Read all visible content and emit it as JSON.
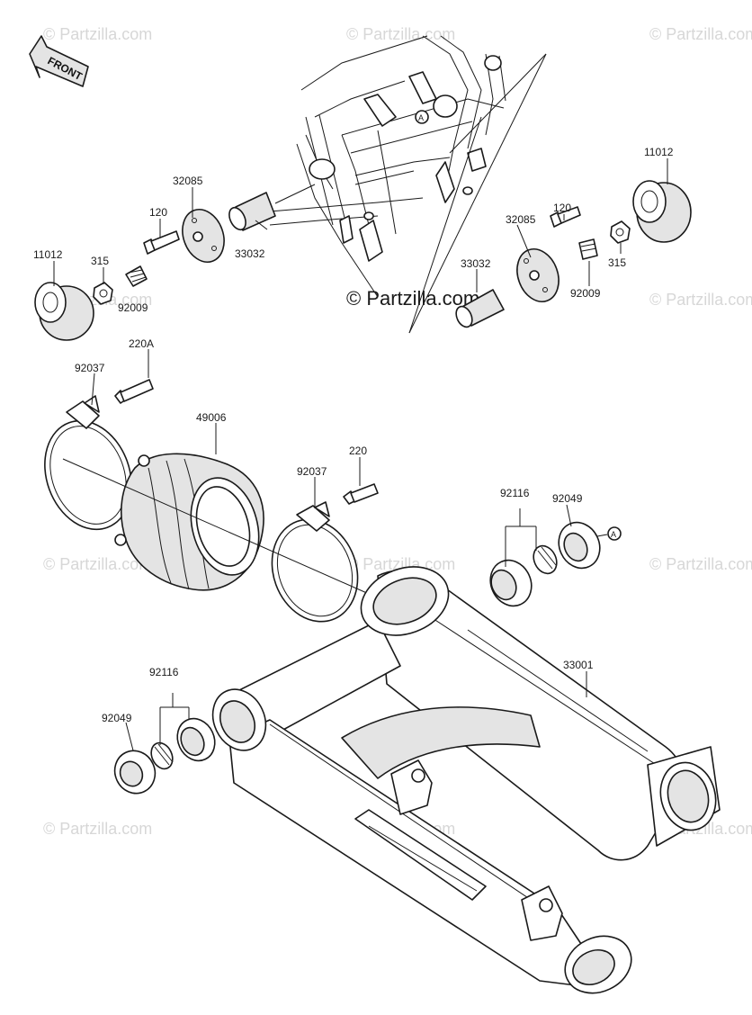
{
  "front_arrow": {
    "label": "FRONT"
  },
  "watermarks": {
    "corner": "© Partzilla.com",
    "center": "© Partzilla.com"
  },
  "marker": {
    "letter": "A"
  },
  "parts": {
    "p11012_right": "11012",
    "p11012_left": "11012",
    "p32085_left": "32085",
    "p32085_right": "32085",
    "p120_left": "120",
    "p120_right": "120",
    "p315_left": "315",
    "p315_right": "315",
    "p92009_left": "92009",
    "p92009_right": "92009",
    "p33032_left": "33032",
    "p33032_right": "33032",
    "p220A": "220A",
    "p92037_left": "92037",
    "p92037_right": "92037",
    "p49006": "49006",
    "p220": "220",
    "p92116_right": "92116",
    "p92049_right": "92049",
    "p92116_left": "92116",
    "p92049_left": "92049",
    "p33001": "33001"
  }
}
